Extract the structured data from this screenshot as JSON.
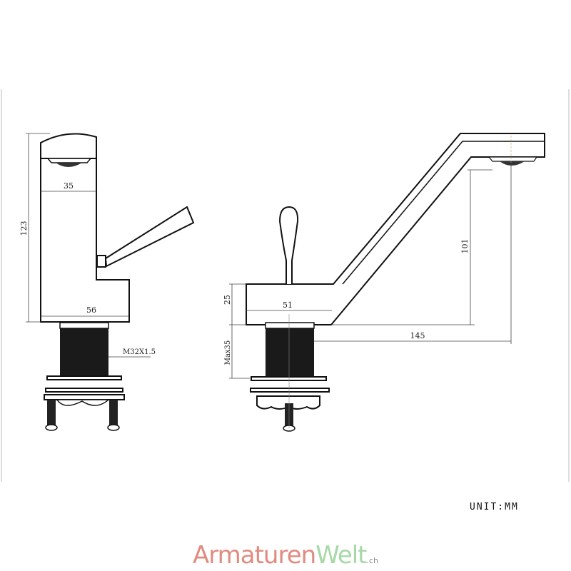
{
  "dimensions": {
    "front_view": {
      "height": "123",
      "top_width": "35",
      "base_width": "56",
      "thread": "M32X1.5"
    },
    "side_view": {
      "spout_height": "101",
      "reach": "145",
      "base_height": "25",
      "base_width": "51",
      "mount_thickness": "Max35"
    }
  },
  "unit_label": "UNIT:MM",
  "logo": {
    "part1": "Armaturen",
    "part2": "Welt",
    "suffix": ".ch",
    "color1": "#e08b80",
    "color2": "#a6d9a6"
  }
}
